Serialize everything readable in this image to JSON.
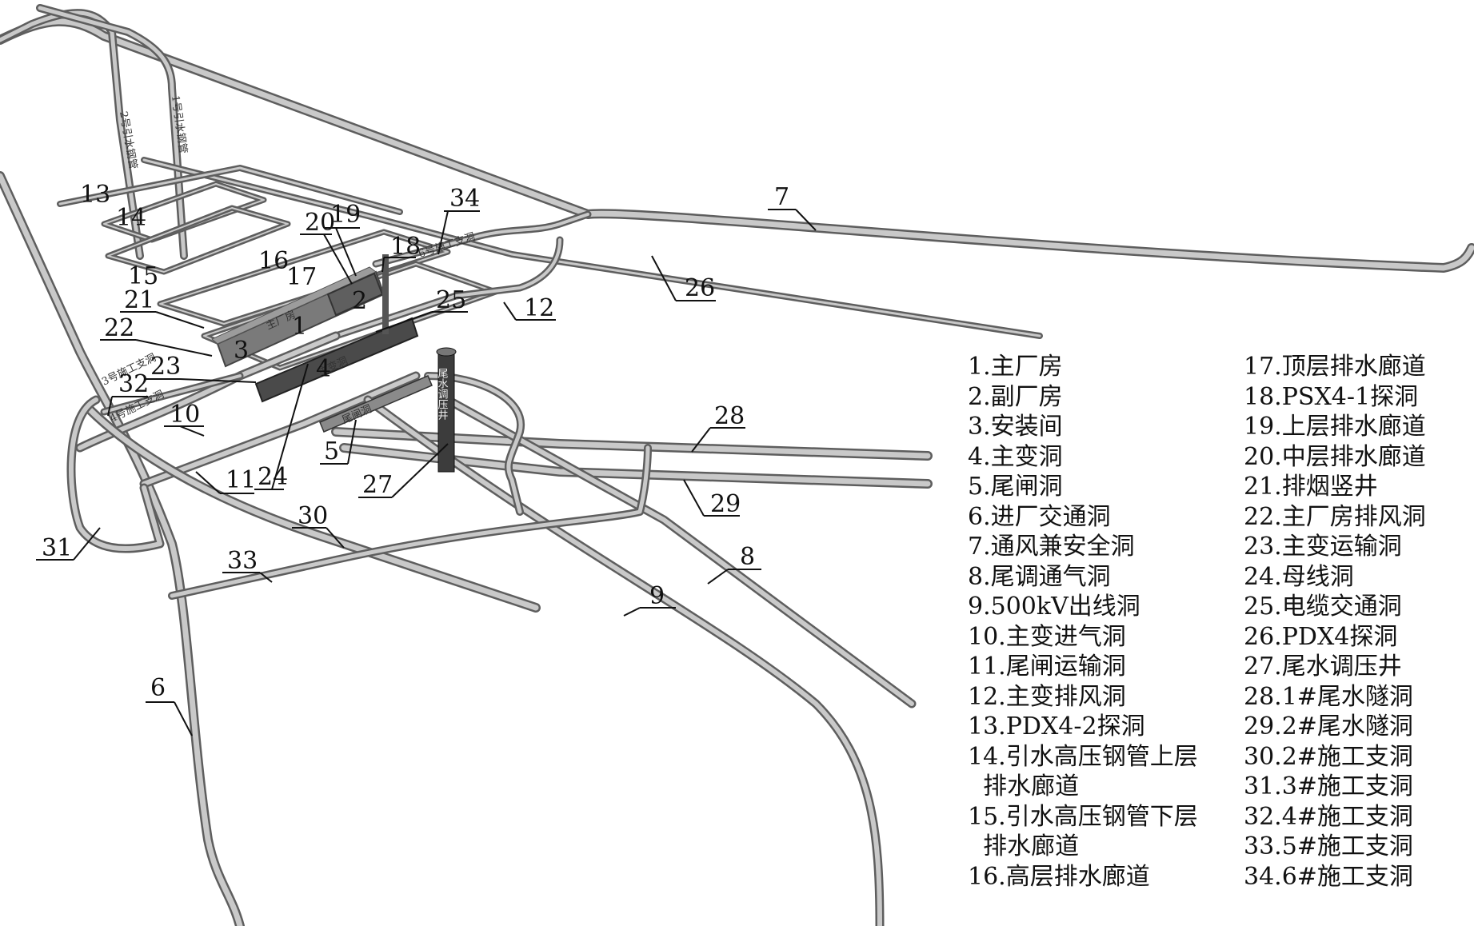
{
  "legend": {
    "col1": [
      "1.主厂房",
      "2.副厂房",
      "3.安装间",
      "4.主变洞",
      "5.尾闸洞",
      "6.进厂交通洞",
      "7.通风兼安全洞",
      "8.尾调通气洞",
      "9.500kV出线洞",
      "10.主变进气洞",
      "11.尾闸运输洞",
      "12.主变排风洞",
      "13.PDX4-2探洞",
      "14.引水高压钢管上层",
      "  排水廊道",
      "15.引水高压钢管下层",
      "  排水廊道",
      "16.高层排水廊道"
    ],
    "col2": [
      "17.顶层排水廊道",
      "18.PSX4-1探洞",
      "19.上层排水廊道",
      "20.中层排水廊道",
      "21.排烟竖井",
      "22.主厂房排风洞",
      "23.主变运输洞",
      "24.母线洞",
      "25.电缆交通洞",
      "26.PDX4探洞",
      "27.尾水调压井",
      "28.1#尾水隧洞",
      "29.2#尾水隧洞",
      "30.2#施工支洞",
      "31.3#施工支洞",
      "32.4#施工支洞",
      "33.5#施工支洞",
      "34.6#施工支洞"
    ]
  },
  "callouts": [
    {
      "n": "1"
    },
    {
      "n": "2"
    },
    {
      "n": "3"
    },
    {
      "n": "4"
    },
    {
      "n": "5"
    },
    {
      "n": "6"
    },
    {
      "n": "7"
    },
    {
      "n": "8"
    },
    {
      "n": "9"
    },
    {
      "n": "10"
    },
    {
      "n": "11"
    },
    {
      "n": "12"
    },
    {
      "n": "13"
    },
    {
      "n": "14"
    },
    {
      "n": "15"
    },
    {
      "n": "16"
    },
    {
      "n": "17"
    },
    {
      "n": "18"
    },
    {
      "n": "19"
    },
    {
      "n": "20"
    },
    {
      "n": "21"
    },
    {
      "n": "22"
    },
    {
      "n": "23"
    },
    {
      "n": "24"
    },
    {
      "n": "25"
    },
    {
      "n": "26"
    },
    {
      "n": "27"
    },
    {
      "n": "28"
    },
    {
      "n": "29"
    },
    {
      "n": "30"
    },
    {
      "n": "31"
    },
    {
      "n": "32"
    },
    {
      "n": "33"
    },
    {
      "n": "34"
    }
  ],
  "cavern_labels": {
    "main_powerhouse": "主厂房",
    "transformer": "主变洞",
    "tailrace_gate": "尾闸洞",
    "surge_shaft": "尾水调压井",
    "adit6": "6号施工支洞",
    "adit3": "3号施工支洞",
    "adit4": "4号施工支洞",
    "pipe_a": "2号引水钢管",
    "pipe_b": "1号引水钢管"
  }
}
